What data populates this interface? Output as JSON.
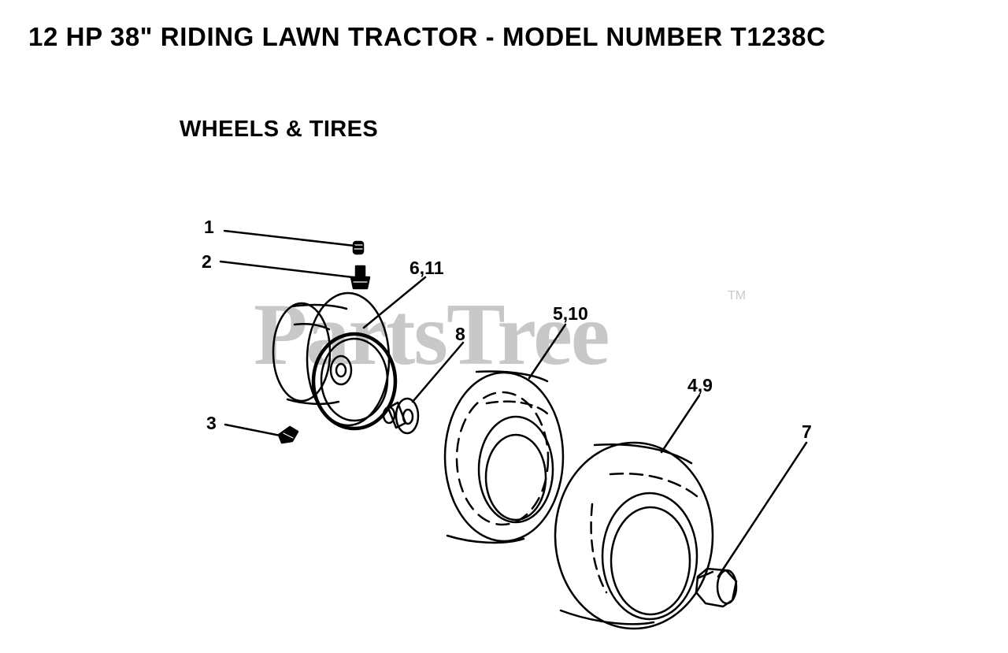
{
  "title": "12 HP 38\" RIDING LAWN TRACTOR - MODEL NUMBER T1238C",
  "section": "WHEELS & TIRES",
  "watermark": {
    "text": "PartsTree",
    "trademark": "TM"
  },
  "callouts": {
    "c1": "1",
    "c2": "2",
    "c3": "3",
    "c4_9": "4,9",
    "c5_10": "5,10",
    "c6_11": "6,11",
    "c7": "7",
    "c8": "8"
  }
}
